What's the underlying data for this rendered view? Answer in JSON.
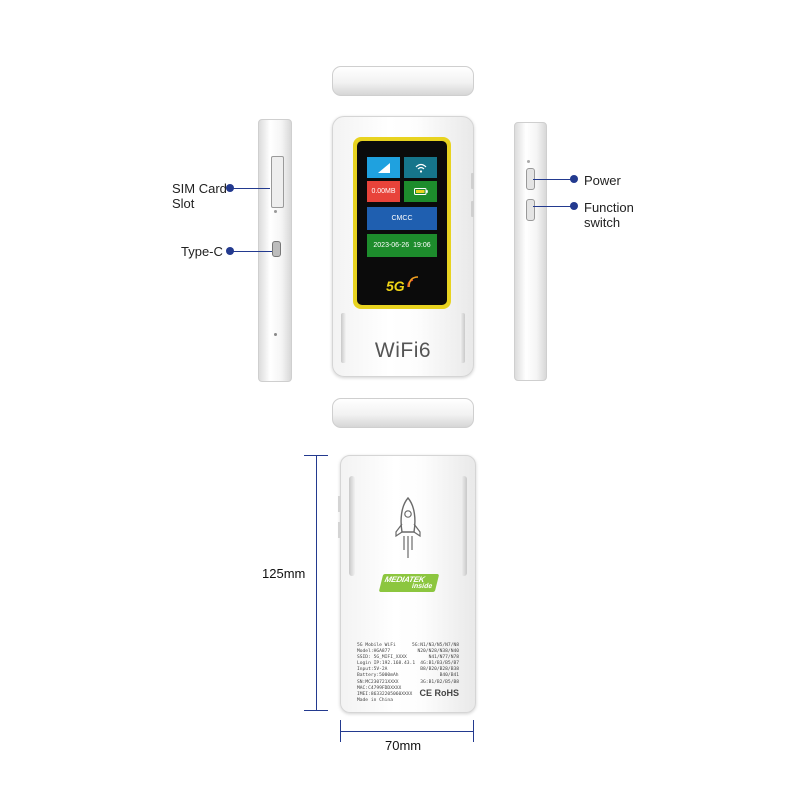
{
  "labels": {
    "sim_card_slot": [
      "SIM Card",
      "Slot"
    ],
    "type_c": "Type-C",
    "power": "Power",
    "function_switch": [
      "Function",
      "switch"
    ]
  },
  "screen": {
    "data_usage": "0.00MB",
    "carrier": "CMCC",
    "datetime": "2023-06-26  19:06",
    "badge": "5G"
  },
  "front": {
    "brand": "WiFi6"
  },
  "back": {
    "chip_brand": "MEDIATEK",
    "chip_sub": "inside",
    "spec_left": [
      "5G Mobile WiFi",
      "Model:HGA877",
      "SSID: 5G_MIFI_XXXX",
      "Login IP:192.168.43.1",
      "Input:5V-2A",
      "Battery:5000mAh",
      "SN:MC230721XXXX",
      "MAC:C4799FDDXXXX",
      "IMEI:86332205060XXXX",
      "Made in China"
    ],
    "spec_right": [
      "5G:N1/N3/N5/N7/N8",
      "N20/N28/N38/N40",
      "N41/N77/N78",
      "4G:B1/B3/B5/B7",
      "B8/B20/B28/B38",
      "B40/B41",
      "3G:B1/B2/B5/B8"
    ],
    "certification": "CE RoHS"
  },
  "dimensions": {
    "height": "125mm",
    "width": "70mm"
  },
  "colors": {
    "accent_navy": "#233a8f",
    "screen_frame": "#e8d320",
    "tile_cyan": "#1fa1df",
    "tile_teal": "#16758b",
    "tile_red": "#e8433a",
    "tile_green": "#1d8c2c",
    "tile_blue": "#1f5fb0",
    "mediatek_green": "#8cc63f"
  },
  "icons": [
    "signal-icon",
    "wifi-icon",
    "battery-icon",
    "rocket-icon"
  ]
}
